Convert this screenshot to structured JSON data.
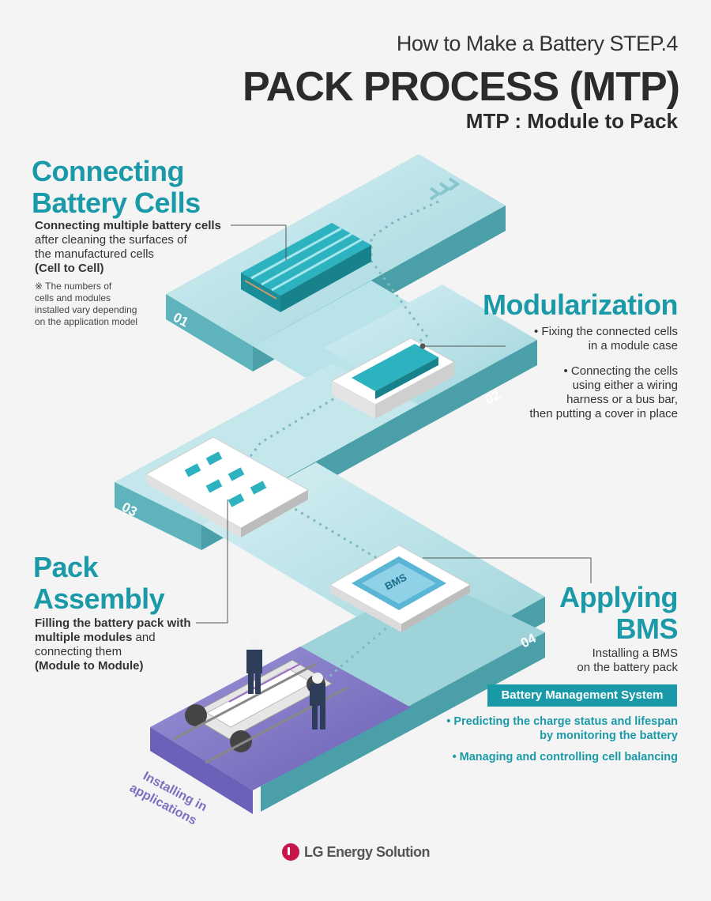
{
  "header": {
    "subtitle": "How to Make a Battery STEP.4",
    "title": "PACK PROCESS (MTP)",
    "tagline": "MTP : Module to Pack"
  },
  "steps": [
    {
      "number": "01",
      "title_line1": "Connecting",
      "title_line2": "Battery Cells",
      "desc_bold": "Connecting multiple battery cells",
      "desc_line2": "after cleaning the surfaces of",
      "desc_line3": "the manufactured cells",
      "desc_tag": "(Cell to Cell)",
      "note_line1": "※ The numbers of",
      "note_line2": "cells and modules",
      "note_line3": "installed vary depending",
      "note_line4": "on the application model"
    },
    {
      "number": "02",
      "title": "Modularization",
      "bullet1_line1": "• Fixing the connected cells",
      "bullet1_line2": "in a module case",
      "bullet2_line1": "• Connecting the cells",
      "bullet2_line2": "using either a wiring",
      "bullet2_line3": "harness or a bus bar,",
      "bullet2_line4": "then putting a cover in place"
    },
    {
      "number": "03",
      "title_line1": "Pack",
      "title_line2": "Assembly",
      "desc_bold1": "Filling the battery pack with",
      "desc_bold2": "multiple modules",
      "desc_rest": " and",
      "desc_line3": "connecting them",
      "desc_tag": "(Module to Module)"
    },
    {
      "number": "04",
      "title_line1": "Applying",
      "title_line2": "BMS",
      "desc_line1": "Installing a BMS",
      "desc_line2": "on the battery pack",
      "chip_label": "BMS",
      "box_label": "Battery Management System",
      "bullet1_line1": "• Predicting the charge status and lifespan",
      "bullet1_line2": "by monitoring the battery",
      "bullet2": "• Managing and controlling cell balancing"
    }
  ],
  "final_stage": {
    "line1": "Installing in",
    "line2": "applications"
  },
  "brand": {
    "name": "LG Energy Solution",
    "logo_color": "#c8154b"
  },
  "colors": {
    "accent": "#1a9aa8",
    "path_top": "#a9dde3",
    "path_side": "#5aaeb8",
    "final_stage": "#7f74c2"
  }
}
